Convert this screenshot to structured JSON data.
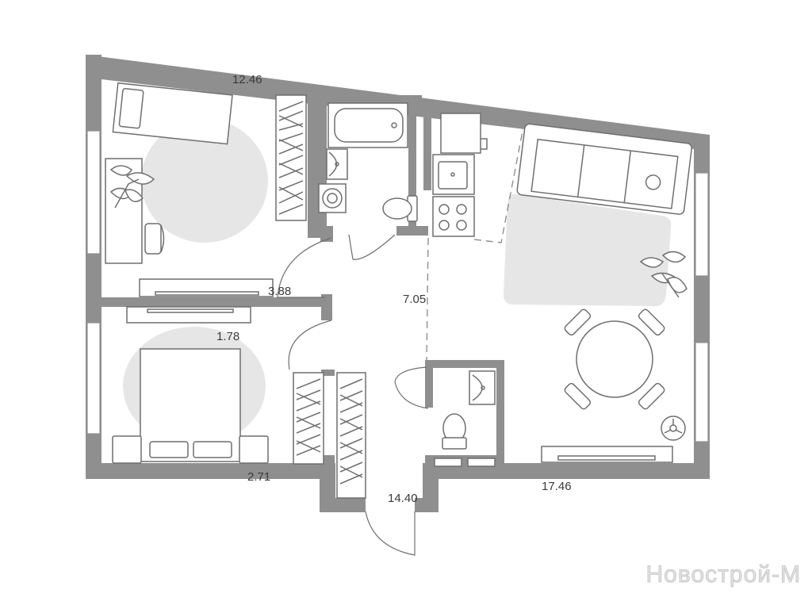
{
  "colors": {
    "wall": "#8f8f8f",
    "furniture_stroke": "#6f6f6f",
    "rug": "#e6e6e6",
    "background": "#ffffff",
    "label": "#3a3a3a"
  },
  "plan": {
    "rooms": [
      {
        "name": "bedroom-1-area",
        "area": "12.46"
      },
      {
        "name": "wardrobe-area",
        "area": "3.88"
      },
      {
        "name": "bathroom-area",
        "area": "1.78"
      },
      {
        "name": "bedroom-2-area",
        "area": "2.71"
      },
      {
        "name": "kitchen-living-area",
        "area": "7.05"
      },
      {
        "name": "hallway-area",
        "area": "14.40"
      },
      {
        "name": "living-room-area",
        "area": "17.46"
      }
    ]
  },
  "watermark": "Новострой-М",
  "icons": [
    "bed-icon",
    "desk-icon",
    "chair-icon",
    "plant-icon",
    "wardrobe-icon",
    "bathtub-icon",
    "sink-icon",
    "washing-machine-icon",
    "toilet-icon",
    "fridge-icon",
    "stove-icon",
    "sofa-icon",
    "dining-table-icon",
    "radiator-icon",
    "door-swing-icon"
  ]
}
